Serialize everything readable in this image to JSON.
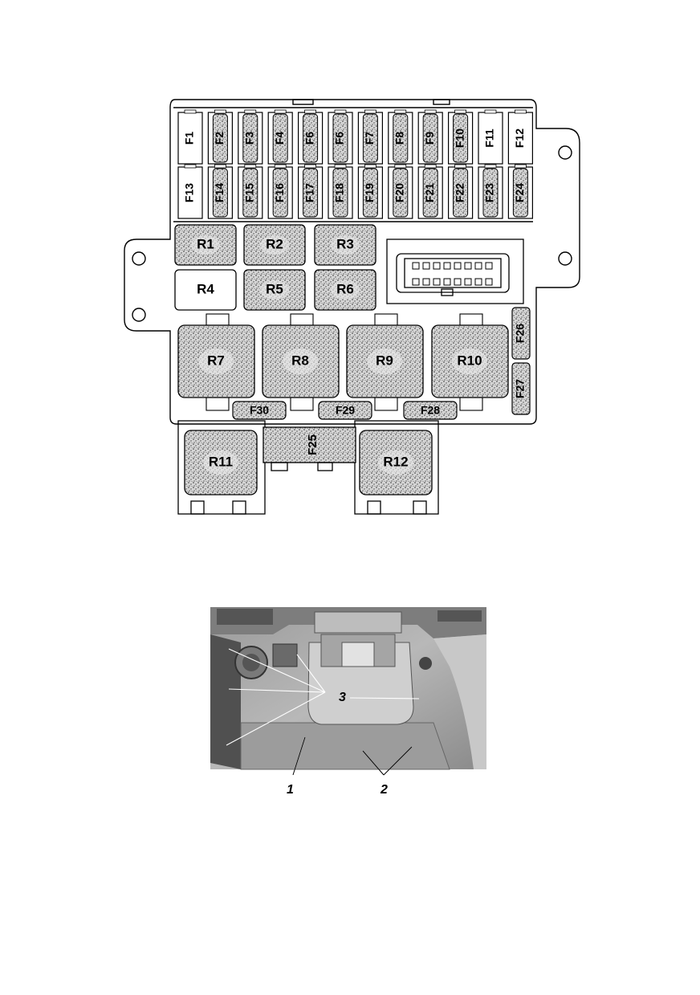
{
  "fuse_box": {
    "fuses_row1": [
      "F1",
      "F2",
      "F3",
      "F4",
      "F6",
      "F6",
      "F7",
      "F8",
      "F9",
      "F10",
      "F11",
      "F12"
    ],
    "fuses_row2": [
      "F13",
      "F14",
      "F15",
      "F16",
      "F17",
      "F18",
      "F19",
      "F20",
      "F21",
      "F22",
      "F23",
      "F24"
    ],
    "fuses_row1_filled": [
      false,
      true,
      true,
      true,
      true,
      true,
      true,
      true,
      true,
      true,
      false,
      false
    ],
    "fuses_row2_filled": [
      false,
      true,
      true,
      true,
      true,
      true,
      true,
      true,
      true,
      true,
      true,
      true
    ],
    "side_fuses": [
      "F26",
      "F27"
    ],
    "bottom_fuses": [
      "F30",
      "F29",
      "F28"
    ],
    "lower_fuse": "F25",
    "relays_small": [
      "R1",
      "R2",
      "R3",
      "R4",
      "R5",
      "R6"
    ],
    "relays_small_filled": [
      true,
      true,
      true,
      false,
      true,
      true
    ],
    "relays_large": [
      "R7",
      "R8",
      "R9",
      "R10"
    ],
    "relays_lower": [
      "R11",
      "R12"
    ]
  },
  "photo": {
    "callouts": [
      "1",
      "2",
      "3"
    ]
  }
}
